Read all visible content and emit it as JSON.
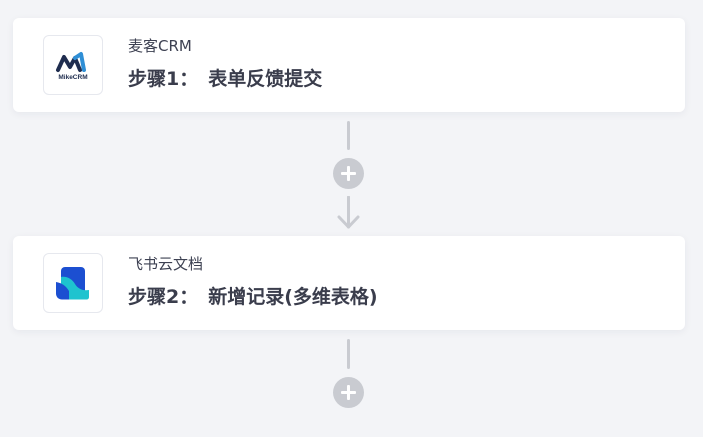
{
  "workflow": {
    "steps": [
      {
        "app_name": "麦客CRM",
        "step_label": "步骤1：",
        "action": "表单反馈提交",
        "logo_text": "MikeCRM",
        "logo_icon": "mikecrm-logo-icon"
      },
      {
        "app_name": "飞书云文档",
        "step_label": "步骤2：",
        "action": "新增记录(多维表格)",
        "logo_icon": "feishu-docs-logo-icon"
      }
    ]
  },
  "colors": {
    "background": "#f3f4f7",
    "card": "#ffffff",
    "connector": "#c9cbd1",
    "title_text": "#3a3d4c",
    "mikecrm_dark": "#1f2d4f",
    "mikecrm_accent": "#2f8fd6",
    "feishu_blue": "#1c4fd1",
    "feishu_cyan": "#1ec3cf"
  }
}
